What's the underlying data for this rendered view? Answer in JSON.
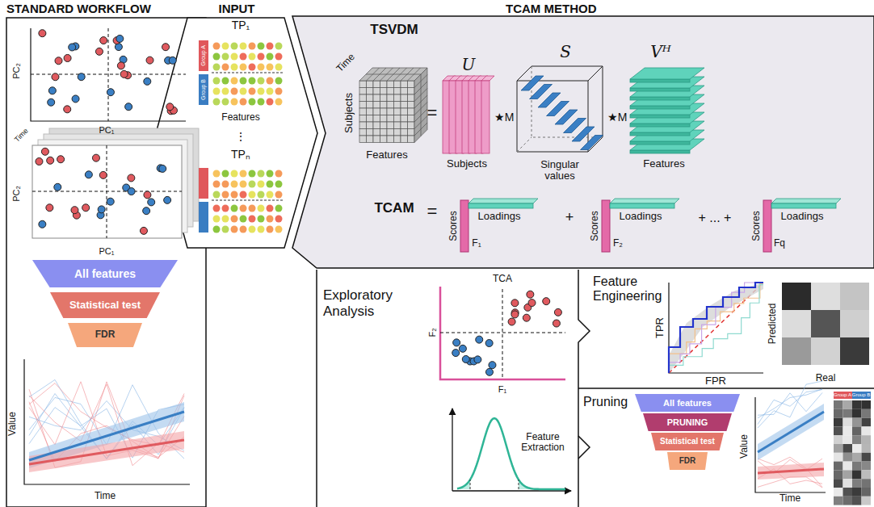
{
  "diagram": {
    "nodes": [
      {
        "text": [
          "STANDARD WORKFLOW"
        ]
      },
      {
        "text": [
          "All features"
        ],
        "in": 0
      },
      {
        "text": [
          "Statistical test"
        ],
        "in": 0
      },
      {
        "text": [
          "FDR"
        ],
        "in": 0
      },
      {
        "text": [
          "INPUT"
        ]
      },
      {
        "text": [
          "TCAM METHOD"
        ]
      },
      {
        "text": [
          "Exploratory Analysis"
        ],
        "in": 5
      },
      {
        "text": [
          "Feature Engineering"
        ],
        "in": 5
      },
      {
        "text": [
          "Pruning"
        ],
        "in": 5
      },
      {
        "text": [
          "All features"
        ],
        "in": 8
      },
      {
        "text": [
          "PRUNING"
        ],
        "in": 8
      },
      {
        "text": [
          "Statistical test"
        ],
        "in": 8
      },
      {
        "text": [
          "FDR"
        ],
        "in": 8
      }
    ],
    "labels": [
      "PC₂",
      "PC₁",
      "Time",
      "PC₂",
      "PC₁",
      "Value",
      "Time",
      "TP₁",
      "Group A",
      "Group B",
      "Features",
      "⋮",
      "TPₙ",
      "TSVDM",
      "Time",
      "Subjects",
      "Features",
      "=",
      "U",
      "Subjects",
      "★M",
      "S",
      "Singular values",
      "★M",
      "Vᴴ",
      "Features",
      "TCAM",
      "=",
      "Scores",
      "Loadings",
      "F₁",
      "+",
      "Scores",
      "Loadings",
      "F₂",
      "+ ... +",
      "Scores",
      "Loadings",
      "Fq",
      "TCA",
      "F₂",
      "F₁",
      "Feature Extraction",
      "TPR",
      "FPR",
      "Predicted",
      "Real",
      "Value",
      "Time",
      "Group A",
      "Group B"
    ]
  }
}
